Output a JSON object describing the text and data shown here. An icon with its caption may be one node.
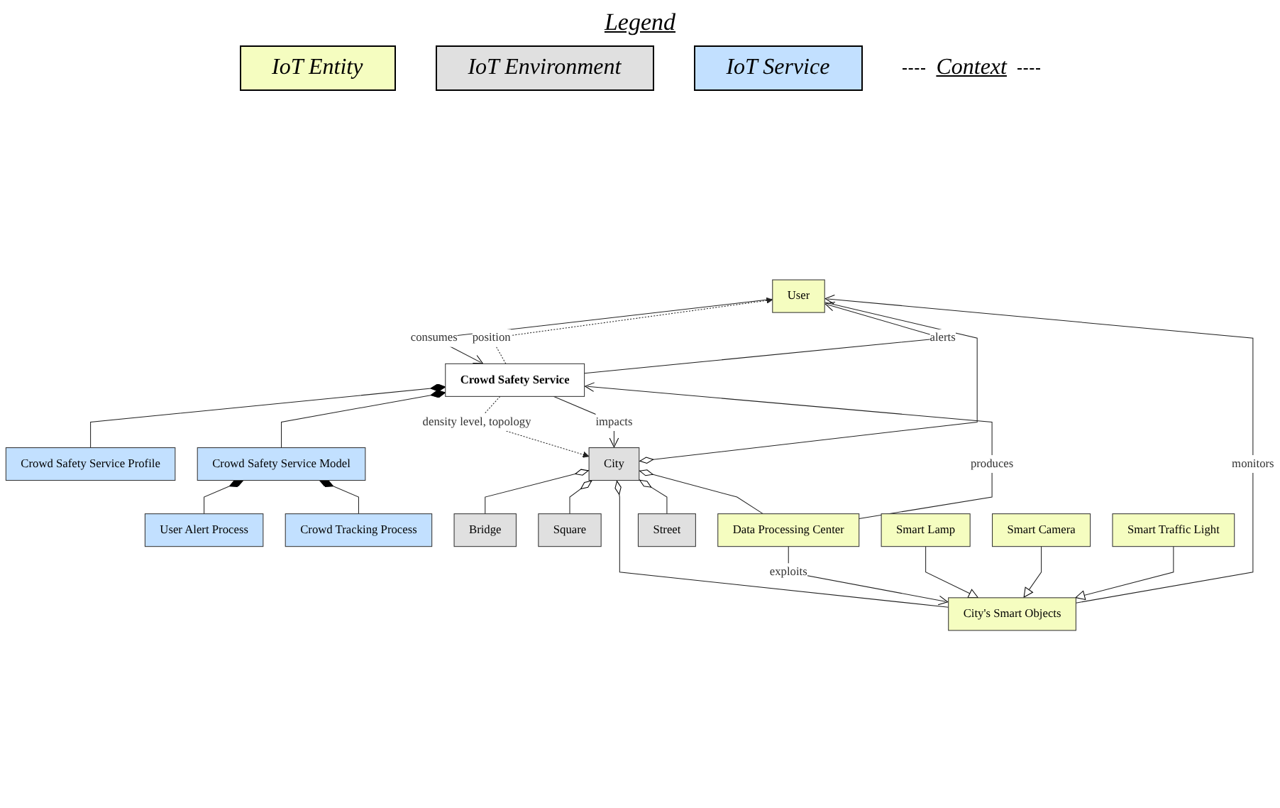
{
  "diagram": {
    "nodes": [
      {
        "text": [
          "User"
        ]
      },
      {
        "text": [
          "Crowd Safety Service"
        ]
      },
      {
        "text": [
          "Crowd Safety Service Profile"
        ]
      },
      {
        "text": [
          "Crowd Safety Service Model"
        ]
      },
      {
        "text": [
          "User Alert Process"
        ]
      },
      {
        "text": [
          "Crowd Tracking Process"
        ]
      },
      {
        "text": [
          "City"
        ]
      },
      {
        "text": [
          "Bridge"
        ]
      },
      {
        "text": [
          "Square"
        ]
      },
      {
        "text": [
          "City's Smart Objects"
        ]
      },
      {
        "text": [
          "Data Processing Center"
        ]
      },
      {
        "text": [
          "Street"
        ]
      },
      {
        "text": [
          "Smart Lamp"
        ]
      },
      {
        "text": [
          "Smart Camera"
        ]
      },
      {
        "text": [
          "Smart Traffic Light"
        ]
      }
    ],
    "edges": [
      {
        "from": 1,
        "to": 0,
        "arrow": "to",
        "label": "position",
        "style": "dashed"
      },
      {
        "from": 1,
        "to": 0,
        "arrow": "to",
        "label": "alerts"
      },
      {
        "from": 0,
        "to": 1,
        "arrow": "to",
        "label": "consumes"
      },
      {
        "from": 1,
        "to": 2,
        "arrow": "other"
      },
      {
        "from": 1,
        "to": 3,
        "arrow": "other"
      },
      {
        "from": 3,
        "to": 4,
        "arrow": "other"
      },
      {
        "from": 3,
        "to": 5,
        "arrow": "other"
      },
      {
        "from": 1,
        "to": 6,
        "arrow": "to",
        "label": "density level, topology",
        "style": "dashed"
      },
      {
        "from": 1,
        "to": 6,
        "arrow": "to",
        "label": "impacts"
      },
      {
        "from": 9,
        "to": 0,
        "arrow": "to",
        "label": "monitors"
      },
      {
        "from": 10,
        "to": 1,
        "arrow": "to",
        "label": "produces"
      },
      {
        "from": 6,
        "to": 0,
        "arrow": "other"
      },
      {
        "from": 6,
        "to": 7,
        "arrow": "other"
      },
      {
        "from": 6,
        "to": 8,
        "arrow": "other"
      },
      {
        "from": 6,
        "to": 9,
        "arrow": "other"
      },
      {
        "from": 6,
        "to": 10,
        "arrow": "other"
      },
      {
        "from": 6,
        "to": 11,
        "arrow": "other"
      },
      {
        "from": 10,
        "to": 9,
        "arrow": "to",
        "label": "exploits"
      },
      {
        "from": 12,
        "to": 9,
        "arrow": "to"
      },
      {
        "from": 13,
        "to": 9,
        "arrow": "to"
      },
      {
        "from": 14,
        "to": 9,
        "arrow": "to"
      }
    ],
    "labels": [
      "Legend"
    ],
    "legend": [
      {
        "text": "IoT Entity",
        "color": "#f5fdc0"
      },
      {
        "text": "IoT Environment",
        "color": "#e0e0e0"
      },
      {
        "text": "IoT Service",
        "color": "#c2e0ff"
      },
      {
        "text": "Context"
      }
    ]
  }
}
